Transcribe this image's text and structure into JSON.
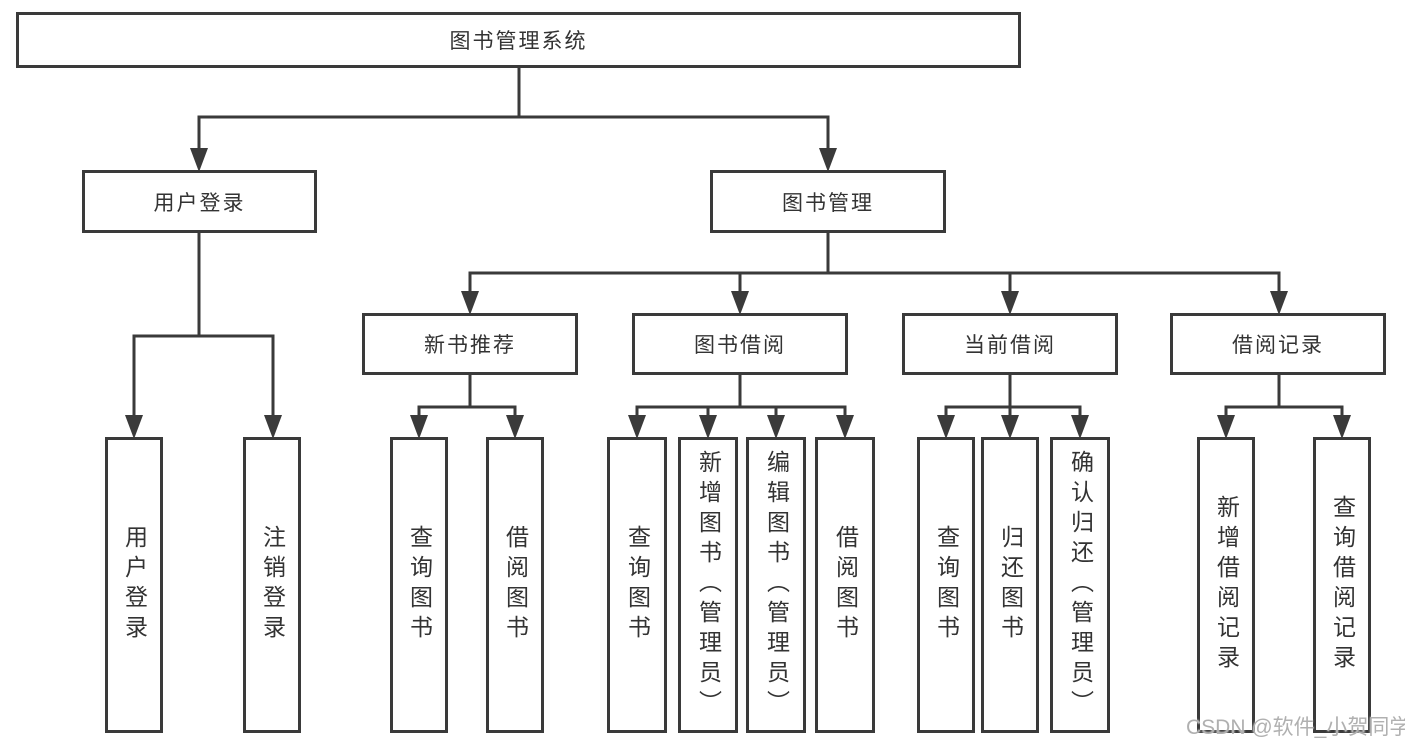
{
  "tree": {
    "root": {
      "label": "图书管理系统"
    },
    "user_login": {
      "label": "用户登录",
      "children": [
        {
          "label": "用户登录"
        },
        {
          "label": "注销登录"
        }
      ]
    },
    "book_mgmt": {
      "label": "图书管理",
      "sections": [
        {
          "label": "新书推荐",
          "children": [
            {
              "label": "查询图书"
            },
            {
              "label": "借阅图书"
            }
          ]
        },
        {
          "label": "图书借阅",
          "children": [
            {
              "label": "查询图书"
            },
            {
              "label": "新增图书（管理员）"
            },
            {
              "label": "编辑图书（管理员）"
            },
            {
              "label": "借阅图书"
            }
          ]
        },
        {
          "label": "当前借阅",
          "children": [
            {
              "label": "查询图书"
            },
            {
              "label": "归还图书"
            },
            {
              "label": "确认归还（管理员）"
            }
          ]
        },
        {
          "label": "借阅记录",
          "children": [
            {
              "label": "新增借阅记录"
            },
            {
              "label": "查询借阅记录"
            }
          ]
        }
      ]
    }
  },
  "watermark": {
    "text": "CSDN @软件_小贺同学"
  },
  "colors": {
    "line": "#3a3a3a",
    "box_border": "#3a3a3a",
    "box_fill": "#ffffff",
    "text": "#333333",
    "watermark": "#b0b0b0",
    "background": "#ffffff"
  }
}
